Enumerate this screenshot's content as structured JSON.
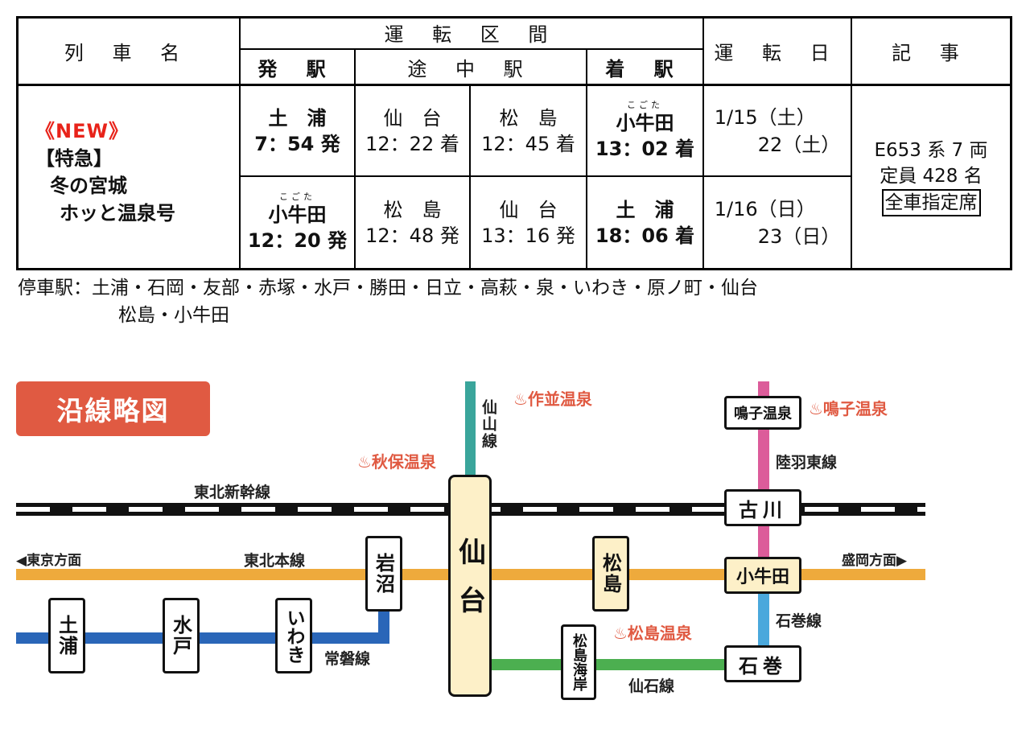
{
  "table": {
    "headers": {
      "train_name": "列 車 名",
      "section": "運 転 区 間",
      "departure": "発 駅",
      "midway": "途 中 駅",
      "arrival": "着 駅",
      "operation_days": "運 転 日",
      "notes": "記 事"
    },
    "train": {
      "new_tag": "《NEW》",
      "type": "【特急】",
      "name_line1": "冬の宮城",
      "name_line2": "ホッと温泉号"
    },
    "outbound": {
      "dep_station": "土　浦",
      "dep_time": "7：54 発",
      "mid1_station": "仙　台",
      "mid1_time": "12：22 着",
      "mid2_station": "松　島",
      "mid2_time": "12：45 着",
      "arr_ruby": "こごた",
      "arr_station": "小牛田",
      "arr_time": "13：02 着",
      "dates_line1": "1/15（土）",
      "dates_line2": "22（土）"
    },
    "inbound": {
      "dep_ruby": "こごた",
      "dep_station": "小牛田",
      "dep_time": "12：20 発",
      "mid1_station": "松　島",
      "mid1_time": "12：48 発",
      "mid2_station": "仙　台",
      "mid2_time": "13：16 発",
      "arr_station": "土　浦",
      "arr_time": "18：06 着",
      "dates_line1": "1/16（日）",
      "dates_line2": "23（日）"
    },
    "notes": {
      "line1": "E653 系 7 両",
      "line2": "定員 428 名",
      "line3": "全車指定席"
    }
  },
  "stops": {
    "line1": "停車駅：土浦・石岡・友部・赤塚・水戸・勝田・日立・高萩・泉・いわき・原ノ町・仙台",
    "line2": "松島・小牛田"
  },
  "map": {
    "title": "沿線略図",
    "lines": {
      "shinkansen": "東北新幹線",
      "tohoku_main": "東北本線",
      "joban": "常磐線",
      "senzan": "仙山線",
      "senseki": "仙石線",
      "rikuu_east": "陸羽東線",
      "ishinomaki": "石巻線"
    },
    "directions": {
      "tokyo": "◀東京方面",
      "morioka": "盛岡方面▶"
    },
    "stations": {
      "tsuchiura": "土浦",
      "mito": "水戸",
      "iwaki": "いわき",
      "iwanuma": "岩沼",
      "sendai": "仙台",
      "matsushima": "松島",
      "matsushima_kaigan": "松島海岸",
      "kogota": "小牛田",
      "furukawa": "古川",
      "ishinomaki": "石巻",
      "naruko_onsen": "鳴子温泉"
    },
    "onsen": {
      "sakunami": "♨作並温泉",
      "akiu": "♨秋保温泉",
      "naruko": "♨鳴子温泉",
      "matsushima": "♨松島温泉"
    },
    "colors": {
      "tohoku_main": "#eeaa3c",
      "joban": "#2a66b8",
      "senzan": "#3aa59b",
      "senseki": "#4caf50",
      "rikuu_east": "#dc5c9a",
      "ishinomaki": "#4aa8dc",
      "title_bg": "#e05a42",
      "onsen": "#e05a42",
      "new_tag": "#e8231a"
    }
  }
}
